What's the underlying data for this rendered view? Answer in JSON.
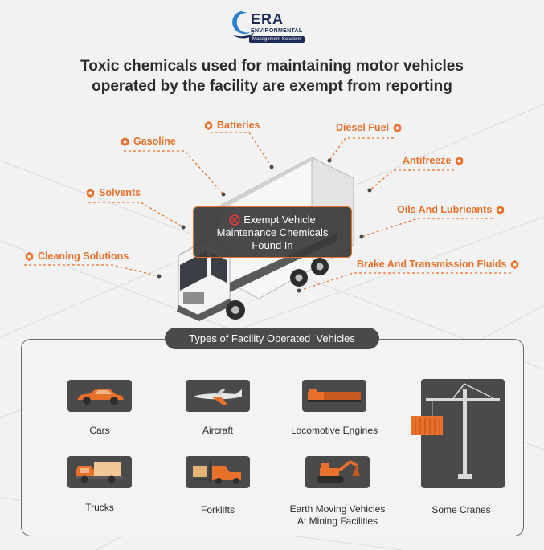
{
  "logo": {
    "name": "ERA",
    "subtitle": "ENVIRONMENTAL",
    "tagline": "Management Solutions"
  },
  "headline": {
    "line1": "Toxic chemicals used for maintaining motor vehicles",
    "line2": "operated by the facility are exempt from reporting"
  },
  "chemicals": {
    "batteries": "Batteries",
    "diesel": "Diesel Fuel",
    "gasoline": "Gasoline",
    "antifreeze": "Antifreeze",
    "solvents": "Solvents",
    "oils": "Oils And Lubricants",
    "cleaning": "Cleaning Solutions",
    "brake": "Brake And Transmission Fluids"
  },
  "callout": {
    "line1": "Exempt Vehicle",
    "line2": "Maintenance Chemicals",
    "line3": "Found In"
  },
  "panel": {
    "title": "Types of Facility Operated  Vehicles",
    "vehicles": {
      "cars": "Cars",
      "aircraft": "Aircraft",
      "locomotive": "Locomotive Engines",
      "trucks": "Trucks",
      "forklifts": "Forklifts",
      "earth_line1": "Earth Moving Vehicles",
      "earth_line2": "At Mining Facilities",
      "cranes": "Some Cranes"
    }
  },
  "colors": {
    "accent": "#e8702a",
    "dark": "#4a4a4a",
    "background": "#f2f2f2"
  },
  "icons": [
    "gear-icon",
    "no-entry-icon",
    "car-icon",
    "aircraft-icon",
    "locomotive-icon",
    "truck-icon",
    "forklift-icon",
    "excavator-icon",
    "crane-icon"
  ]
}
